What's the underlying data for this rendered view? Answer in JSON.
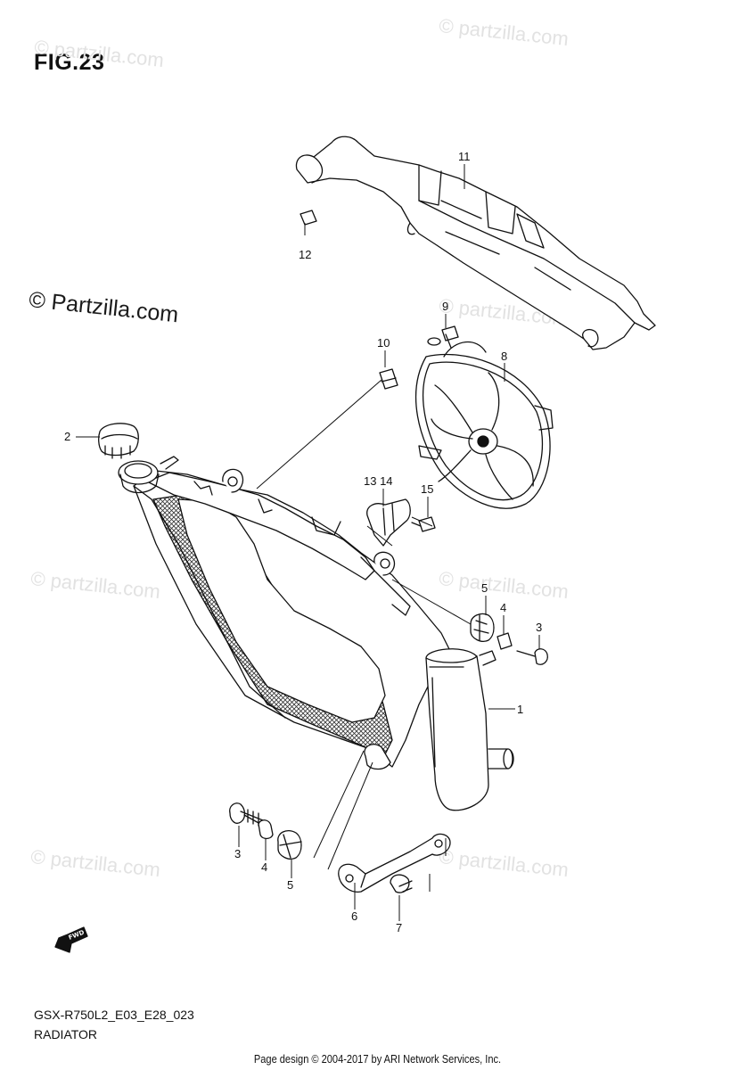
{
  "figure": {
    "title": "FIG.23",
    "model_code": "GSX-R750L2_E03_E28_023",
    "caption": "RADIATOR",
    "footer": "Page design © 2004-2017 by ARI Network Services, Inc."
  },
  "watermarks": {
    "main": "© Partzilla.com",
    "repeated": "© partzilla.com"
  },
  "fwd_label": "FWD",
  "callouts": [
    {
      "id": "c11",
      "label": "11"
    },
    {
      "id": "c12",
      "label": "12"
    },
    {
      "id": "c9",
      "label": "9"
    },
    {
      "id": "c10",
      "label": "10"
    },
    {
      "id": "c8",
      "label": "8"
    },
    {
      "id": "c2",
      "label": "2"
    },
    {
      "id": "c13",
      "label": "13 14"
    },
    {
      "id": "c15",
      "label": "15"
    },
    {
      "id": "c5a",
      "label": "5"
    },
    {
      "id": "c4a",
      "label": "4"
    },
    {
      "id": "c3a",
      "label": "3"
    },
    {
      "id": "c1",
      "label": "1"
    },
    {
      "id": "c3b",
      "label": "3"
    },
    {
      "id": "c4b",
      "label": "4"
    },
    {
      "id": "c5b",
      "label": "5"
    },
    {
      "id": "c6",
      "label": "6"
    },
    {
      "id": "c7",
      "label": "7"
    }
  ]
}
